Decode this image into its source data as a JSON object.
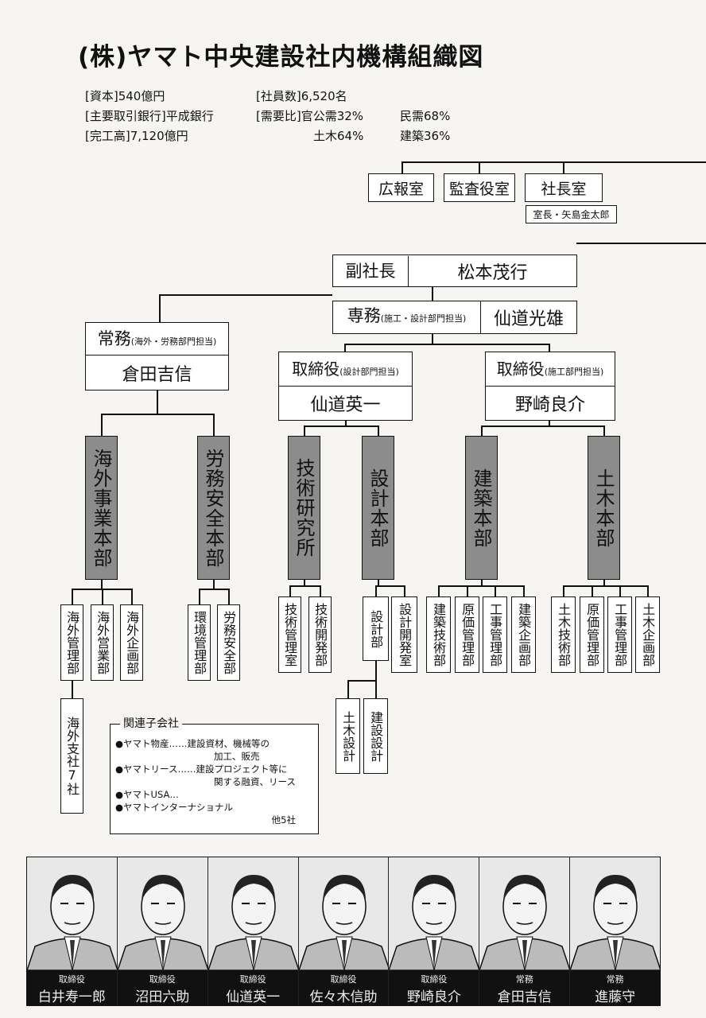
{
  "title": "(株)ヤマト中央建設社内機構組織図",
  "info": {
    "capital": "[資本]540億円",
    "bank": "[主要取引銀行]平成銀行",
    "completed": "[完工高]7,120億円",
    "employees": "[社員数]6,520名",
    "demand": "[需要比]官公需32%",
    "private": "民需68%",
    "civil": "土木64%",
    "building": "建築36%"
  },
  "top_offices": [
    "広報室",
    "監査役室",
    "社長室"
  ],
  "president_office_head": "室長・矢島金太郎",
  "vice_president": {
    "role": "副社長",
    "name": "松本茂行"
  },
  "senmu": {
    "role": "専務",
    "note": "(施工・設計部門担当)",
    "name": "仙道光雄"
  },
  "jomu": {
    "role": "常務",
    "note": "(海外・労務部門担当)",
    "name": "倉田吉信"
  },
  "director_design": {
    "role": "取締役",
    "note": "(設計部門担当)",
    "name": "仙道英一"
  },
  "director_construction": {
    "role": "取締役",
    "note": "(施工部門担当)",
    "name": "野崎良介"
  },
  "headquarters": [
    "海外事業本部",
    "労務安全本部",
    "技術研究所",
    "設計本部",
    "建築本部",
    "土木本部"
  ],
  "departments": {
    "overseas": [
      "海外管理部",
      "海外営業部",
      "海外企画部"
    ],
    "labor": [
      "環境管理部",
      "労務安全部"
    ],
    "research": [
      "技術管理室",
      "技術開発部"
    ],
    "design": [
      "設計部",
      "設計開発室"
    ],
    "design_sub": [
      "土木設計",
      "建設設計"
    ],
    "building": [
      "建築技術部",
      "原価管理部",
      "工事管理部",
      "建築企画部"
    ],
    "civil": [
      "土木技術部",
      "原価管理部",
      "工事管理部",
      "土木企画部"
    ],
    "overseas_branch": "海外支社7社"
  },
  "subsidiaries": {
    "title": "関連子会社",
    "items": [
      {
        "name": "●ヤマト物産",
        "desc": "……建設資材、機械等の",
        "desc2": "加工、販売"
      },
      {
        "name": "●ヤマトリース",
        "desc": "……建設プロジェクト等に",
        "desc2": "関する融資、リース"
      },
      {
        "name": "●ヤマトUSA…",
        "desc": "",
        "desc2": ""
      },
      {
        "name": "●ヤマトインターナショナル",
        "desc": "",
        "desc2": ""
      }
    ],
    "others": "他5社"
  },
  "portraits": [
    {
      "role": "取締役",
      "name": "白井寿一郎"
    },
    {
      "role": "取締役",
      "name": "沼田六助"
    },
    {
      "role": "取締役",
      "name": "仙道英一"
    },
    {
      "role": "取締役",
      "name": "佐々木信助"
    },
    {
      "role": "取締役",
      "name": "野崎良介"
    },
    {
      "role": "常務",
      "name": "倉田吉信"
    },
    {
      "role": "常務",
      "name": "進藤守"
    }
  ],
  "colors": {
    "hq_fill": "#8c8c8c",
    "line": "#111111",
    "caption_band": "#111111"
  }
}
